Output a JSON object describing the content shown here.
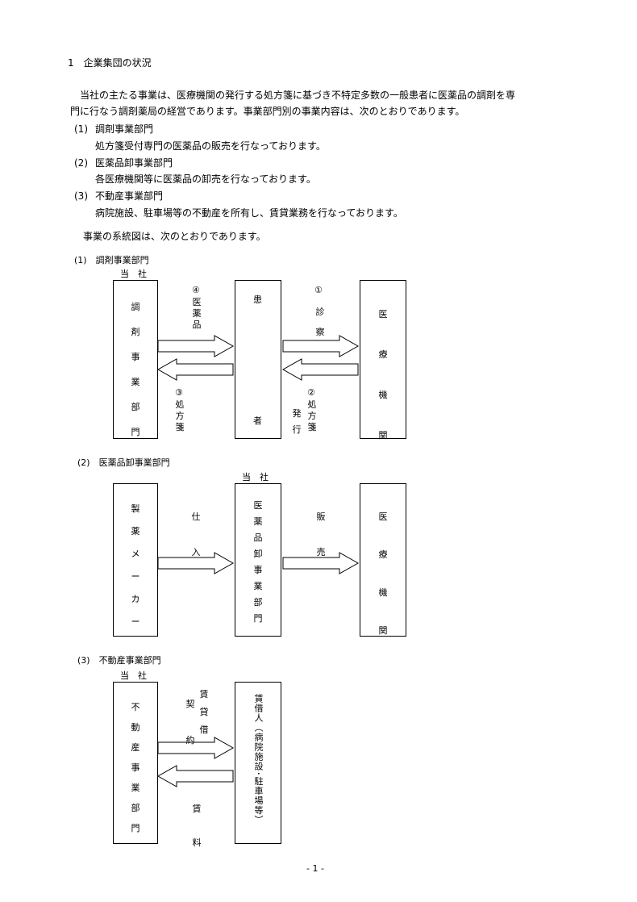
{
  "section_title": "1　企業集団の状況",
  "intro": {
    "line1": "当社の主たる事業は、医療機関の発行する処方箋に基づき不特定多数の一般患者に医薬品の調剤を専",
    "line2": "門に行なう調剤薬局の経営であります。事業部門別の事業内容は、次のとおりであります。"
  },
  "divisions": [
    {
      "num": "(1)",
      "name": "調剤事業部門",
      "desc": "処方箋受付専門の医薬品の販売を行なっております。"
    },
    {
      "num": "(2)",
      "name": "医薬品卸事業部門",
      "desc": "各医療機関等に医薬品の卸売を行なっております。"
    },
    {
      "num": "(3)",
      "name": "不動産事業部門",
      "desc": "病院施設、駐車場等の不動産を所有し、賃貸業務を行なっております。"
    }
  ],
  "diagram_intro": "事業の系統図は、次のとおりであります。",
  "diagram1": {
    "heading": "(1)　調剤事業部門",
    "company_label": "当　社",
    "box_left": "調剤事業部門",
    "box_mid_top": "患",
    "box_mid_bottom": "者",
    "box_right": "医療機関",
    "label_medicine_num": "④",
    "label_medicine": "医薬品",
    "label_exam_num": "①",
    "label_exam": "診察",
    "label_rx_num": "③",
    "label_rx": "処方箋",
    "label_issue_num": "②",
    "label_issue": "処方箋",
    "label_issue_side": "発行"
  },
  "diagram2": {
    "heading": "(2)　医薬品卸事業部門",
    "company_label": "当　社",
    "box_left": "製薬メーカー",
    "box_mid": "医薬品卸事業部門",
    "box_right": "医療機関",
    "label_buy": "仕入",
    "label_sell": "販売"
  },
  "diagram3": {
    "heading": "(3)　不動産事業部門",
    "company_label": "当　社",
    "box_left": "不動産事業部門",
    "box_right": "賃借人（病院施設･駐車場等）",
    "label_contract_side": "契約",
    "label_contract": "賃貸借",
    "label_rent": "賃料"
  },
  "page_number": "- 1 -"
}
